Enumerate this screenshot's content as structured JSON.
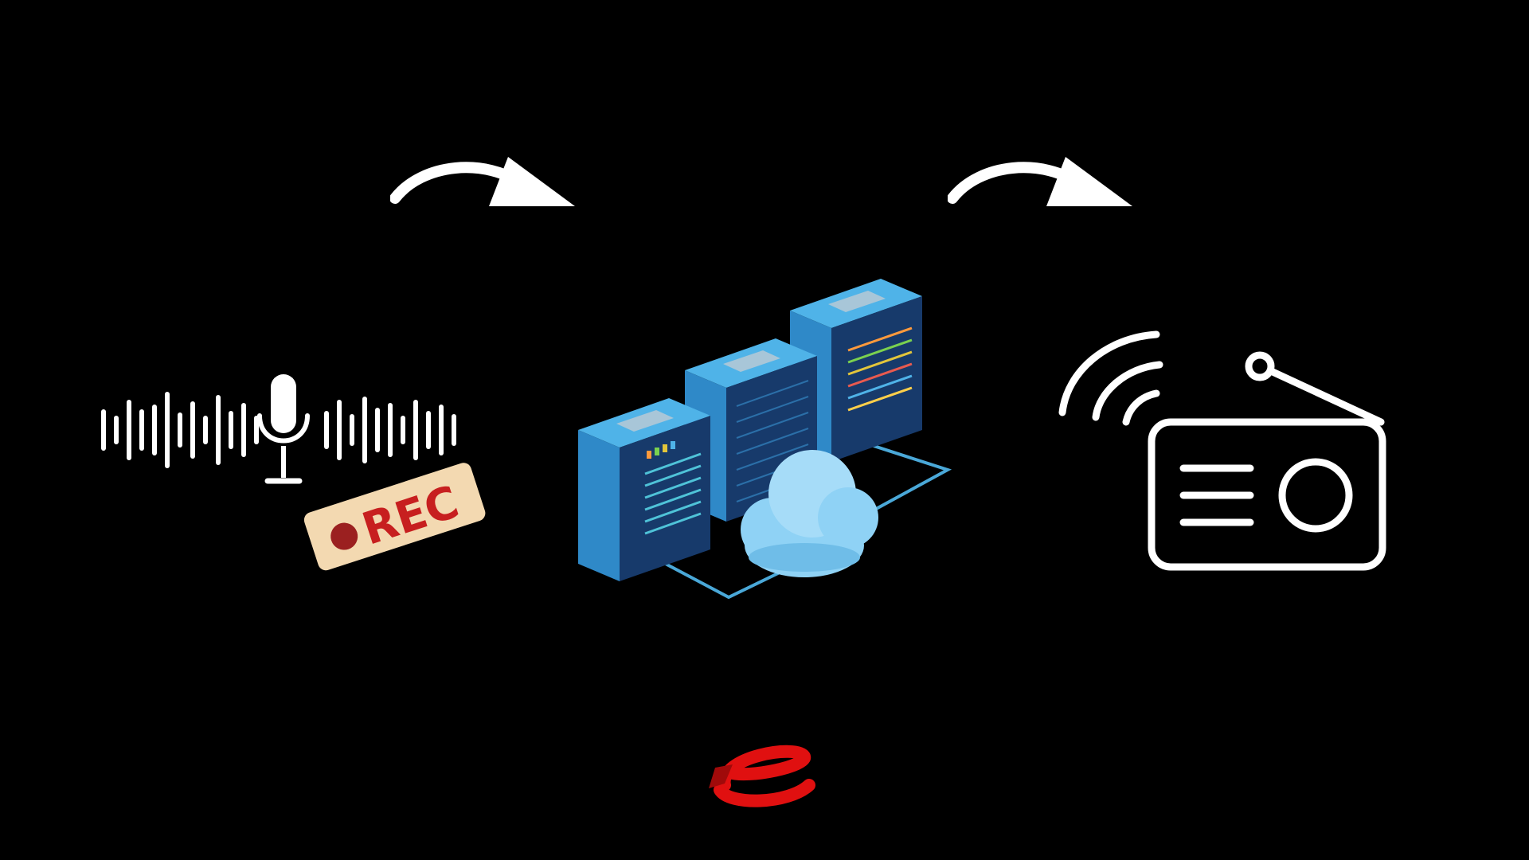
{
  "diagram": {
    "flow": [
      "microphone-recording",
      "servers-cloud",
      "radio"
    ],
    "recording": {
      "badge_text": "REC",
      "badge_dot_color": "#9b2020",
      "badge_text_color": "#c71f1f",
      "badge_fill": "#f3d9b1"
    },
    "icons": {
      "source": "microphone-icon",
      "waveform": "sound-wave-icon",
      "arrow": "curved-arrow-icon",
      "server": "server-rack-icon",
      "cloud": "cloud-icon",
      "radio": "radio-icon",
      "logo": "e-logo-icon"
    },
    "colors": {
      "background": "#000000",
      "line": "#ffffff",
      "server_blue": "#2f89c8",
      "server_dark": "#173a6b",
      "cloud": "#8fd2f5",
      "logo_red": "#e01010"
    }
  }
}
